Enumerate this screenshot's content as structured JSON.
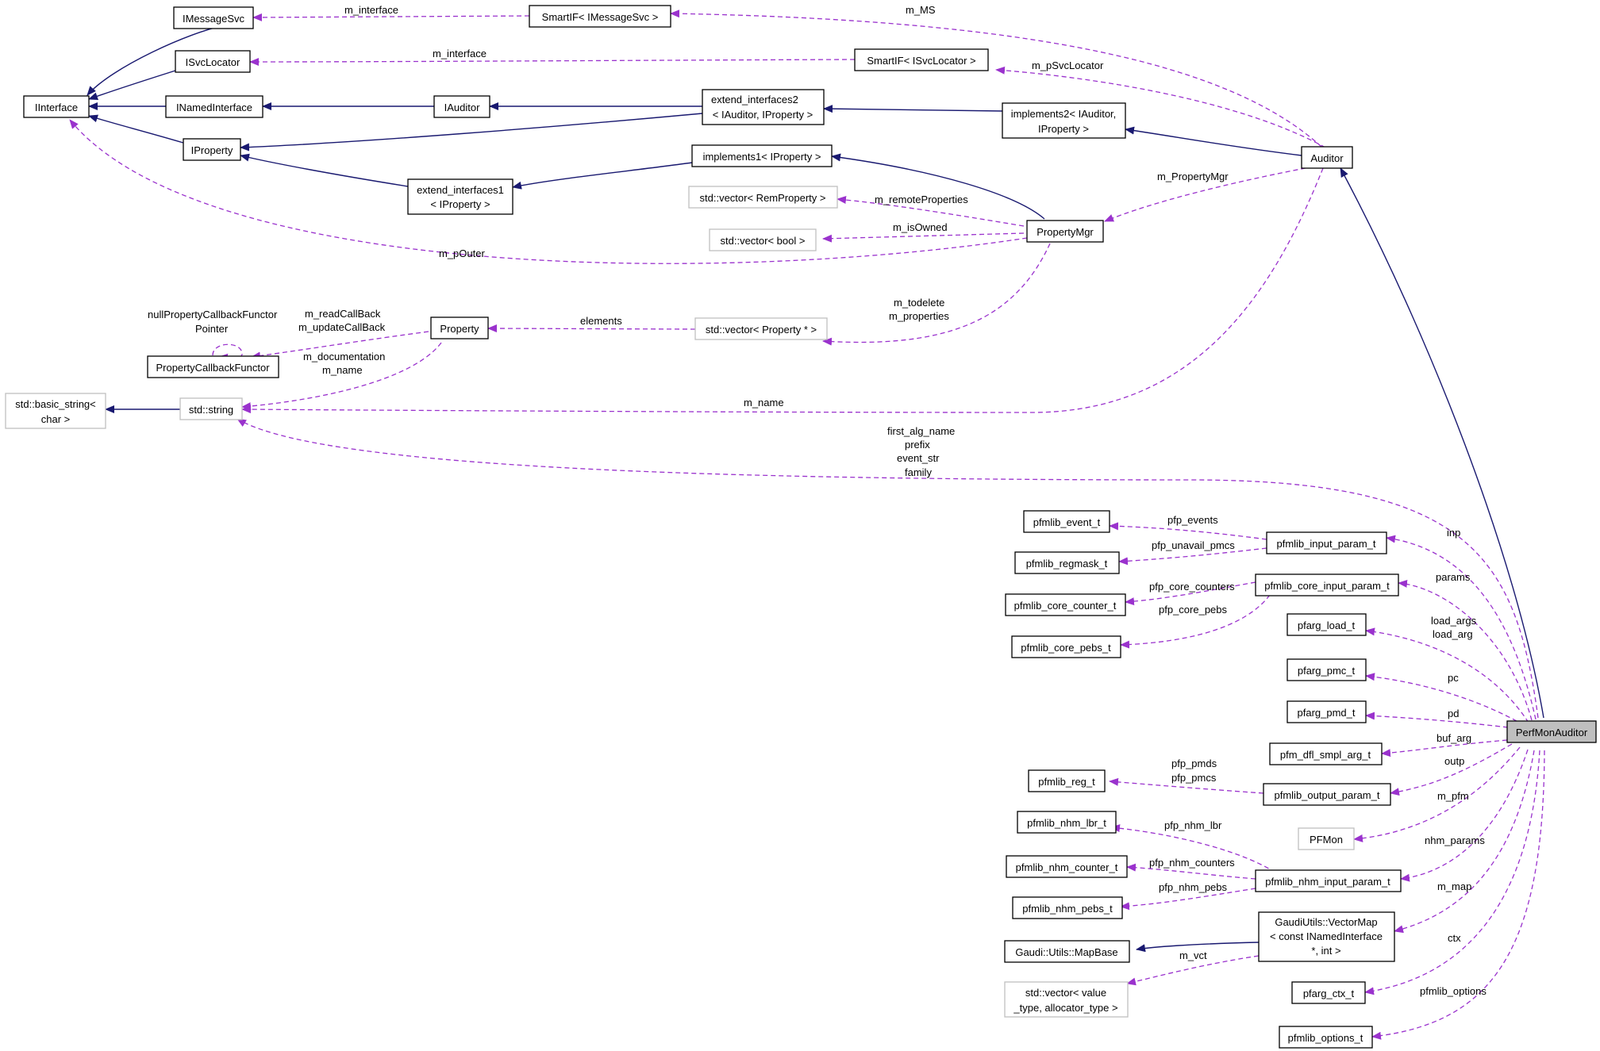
{
  "colors": {
    "inheritance_edge": "#191970",
    "usage_edge": "#9a32cd",
    "node_border": "#000000",
    "external_node_border": "#bfbfbf",
    "focus_node_fill": "#bfbfbf"
  },
  "nodes": {
    "IMessageSvc": "IMessageSvc",
    "ISvcLocator": "ISvcLocator",
    "IInterface": "IInterface",
    "INamedInterface": "INamedInterface",
    "IProperty": "IProperty",
    "SmartIF_IMessageSvc": "SmartIF< IMessageSvc >",
    "SmartIF_ISvcLocator": "SmartIF< ISvcLocator >",
    "IAuditor": "IAuditor",
    "extend_interfaces2": [
      "extend_interfaces2",
      "< IAuditor, IProperty >"
    ],
    "implements2": [
      "implements2< IAuditor,",
      "IProperty >"
    ],
    "Auditor": "Auditor",
    "implements1": "implements1< IProperty >",
    "extend_interfaces1": [
      "extend_interfaces1",
      "< IProperty >"
    ],
    "vector_RemProperty": "std::vector< RemProperty >",
    "vector_bool": "std::vector< bool >",
    "PropertyMgr": "PropertyMgr",
    "Property": "Property",
    "vector_Property": "std::vector< Property * >",
    "PropertyCallbackFunctor": "PropertyCallbackFunctor",
    "basic_string": [
      "std::basic_string<",
      "char >"
    ],
    "std_string": "std::string",
    "pfmlib_event_t": "pfmlib_event_t",
    "pfmlib_regmask_t": "pfmlib_regmask_t",
    "pfmlib_input_param_t": "pfmlib_input_param_t",
    "pfmlib_core_counter_t": "pfmlib_core_counter_t",
    "pfmlib_core_pebs_t": "pfmlib_core_pebs_t",
    "pfmlib_core_input_param_t": "pfmlib_core_input_param_t",
    "pfarg_load_t": "pfarg_load_t",
    "pfarg_pmc_t": "pfarg_pmc_t",
    "pfarg_pmd_t": "pfarg_pmd_t",
    "pfm_dfl_smpl_arg_t": "pfm_dfl_smpl_arg_t",
    "PerfMonAuditor": "PerfMonAuditor",
    "pfmlib_reg_t": "pfmlib_reg_t",
    "pfmlib_output_param_t": "pfmlib_output_param_t",
    "PFMon": "PFMon",
    "pfmlib_nhm_lbr_t": "pfmlib_nhm_lbr_t",
    "pfmlib_nhm_counter_t": "pfmlib_nhm_counter_t",
    "pfmlib_nhm_input_param_t": "pfmlib_nhm_input_param_t",
    "pfmlib_nhm_pebs_t": "pfmlib_nhm_pebs_t",
    "MapBase": "Gaudi::Utils::MapBase",
    "VectorMap": [
      "GaudiUtils::VectorMap",
      "< const INamedInterface",
      "*, int >"
    ],
    "vector_value_type": [
      "std::vector< value",
      "_type, allocator_type >"
    ],
    "pfarg_ctx_t": "pfarg_ctx_t",
    "pfmlib_options_t": "pfmlib_options_t"
  },
  "edge_labels": {
    "m_interface_msg": "m_interface",
    "m_MS": "m_MS",
    "m_interface_svc": "m_interface",
    "m_pSvcLocator": "m_pSvcLocator",
    "m_remoteProperties": "m_remoteProperties",
    "m_PropertyMgr": "m_PropertyMgr",
    "m_isOwned": "m_isOwned",
    "m_pOuter": "m_pOuter",
    "nullPropertyCallbackFunctor": [
      "nullPropertyCallbackFunctor",
      "Pointer"
    ],
    "m_readCallBack": [
      "m_readCallBack",
      "m_updateCallBack"
    ],
    "elements": "elements",
    "m_todelete": [
      "m_todelete",
      "m_properties"
    ],
    "m_documentation": [
      "m_documentation",
      "m_name"
    ],
    "m_name": "m_name",
    "string_members": [
      "first_alg_name",
      "prefix",
      "event_str",
      "family"
    ],
    "pfp_events": "pfp_events",
    "pfp_unavail_pmcs": "pfp_unavail_pmcs",
    "inp": "inp",
    "pfp_core_counters": "pfp_core_counters",
    "pfp_core_pebs": "pfp_core_pebs",
    "params": "params",
    "load_args": [
      "load_args",
      "load_arg"
    ],
    "pc": "pc",
    "pd": "pd",
    "buf_arg": "buf_arg",
    "pfp_pmds": [
      "pfp_pmds",
      "pfp_pmcs"
    ],
    "outp": "outp",
    "m_pfm": "m_pfm",
    "pfp_nhm_lbr": "pfp_nhm_lbr",
    "pfp_nhm_counters": "pfp_nhm_counters",
    "nhm_params": "nhm_params",
    "pfp_nhm_pebs": "pfp_nhm_pebs",
    "m_map": "m_map",
    "m_vct": "m_vct",
    "ctx": "ctx",
    "pfmlib_options": "pfmlib_options"
  }
}
